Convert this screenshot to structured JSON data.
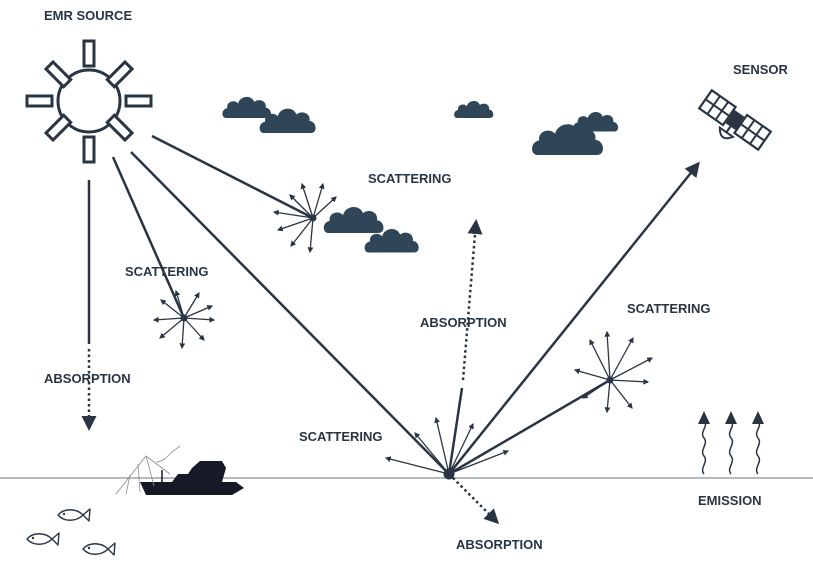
{
  "labels": {
    "emr_source": "EMR SOURCE",
    "sensor": "SENSOR",
    "scattering_cloud": "SCATTERING",
    "scattering_air": "SCATTERING",
    "absorption_atmosphere": "ABSORPTION",
    "absorption_upward": "ABSORPTION",
    "scattering_right": "SCATTERING",
    "scattering_ground": "SCATTERING",
    "absorption_surface": "ABSORPTION",
    "emission": "EMISSION"
  },
  "colors": {
    "ink": "#2a3544",
    "cloud": "#2e4657",
    "boat": "#161a26",
    "ground_line": "#8a9096"
  },
  "icons": [
    "sun-icon",
    "satellite-icon",
    "cloud-icon",
    "boat-icon",
    "fish-icon",
    "scatter-burst-icon",
    "emission-wave-icon"
  ]
}
